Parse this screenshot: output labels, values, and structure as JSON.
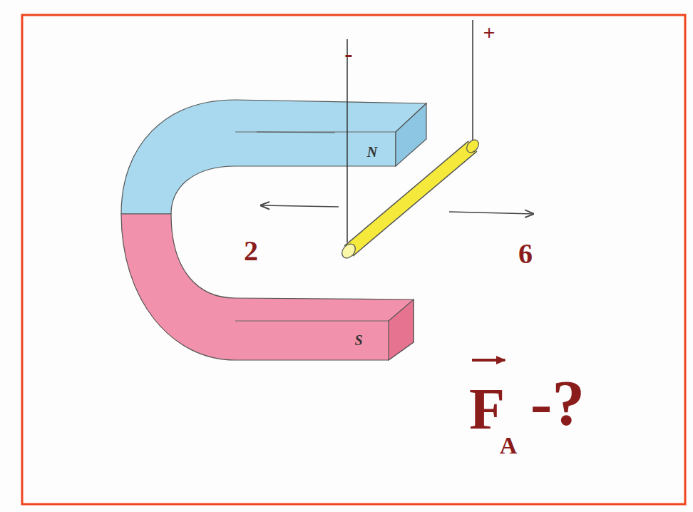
{
  "diagram": {
    "labels": [
      "-",
      "+",
      "N",
      "S",
      "2",
      "6",
      "F",
      "A",
      "-?"
    ]
  }
}
